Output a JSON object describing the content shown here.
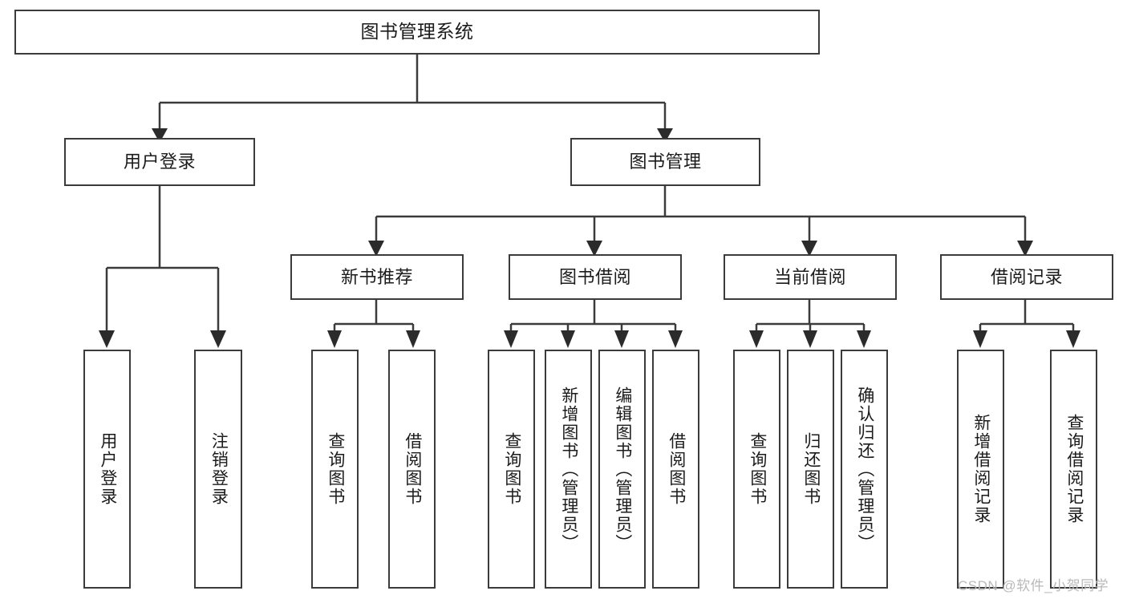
{
  "diagram": {
    "title": "图书管理系统",
    "type": "tree-hierarchy",
    "background_color": "#ffffff",
    "stroke_color": "#3b3b3b",
    "text_color": "#1b1b1b"
  },
  "nodes": {
    "root": {
      "label": "图书管理系统"
    },
    "level1": [
      {
        "id": "user-login",
        "label": "用户登录"
      },
      {
        "id": "book-manage",
        "label": "图书管理"
      }
    ],
    "level2": [
      {
        "id": "new-book-recommend",
        "label": "新书推荐"
      },
      {
        "id": "book-borrow",
        "label": "图书借阅"
      },
      {
        "id": "current-borrow",
        "label": "当前借阅"
      },
      {
        "id": "borrow-record",
        "label": "借阅记录"
      }
    ],
    "leaves": {
      "user-login": [
        {
          "id": "leaf-user-login",
          "label": "用户登录"
        },
        {
          "id": "leaf-logout-login",
          "label": "注销登录"
        }
      ],
      "new-book-recommend": [
        {
          "id": "leaf-query-book-1",
          "label": "查询图书"
        },
        {
          "id": "leaf-borrow-book-1",
          "label": "借阅图书"
        }
      ],
      "book-borrow": [
        {
          "id": "leaf-query-book-2",
          "label": "查询图书"
        },
        {
          "id": "leaf-add-book",
          "label": "新增图书（管理员）"
        },
        {
          "id": "leaf-edit-book",
          "label": "编辑图书（管理员）"
        },
        {
          "id": "leaf-borrow-book-2",
          "label": "借阅图书"
        }
      ],
      "current-borrow": [
        {
          "id": "leaf-query-book-3",
          "label": "查询图书"
        },
        {
          "id": "leaf-return-book",
          "label": "归还图书"
        },
        {
          "id": "leaf-confirm-return",
          "label": "确认归还（管理员）"
        }
      ],
      "borrow-record": [
        {
          "id": "leaf-add-record",
          "label": "新增借阅记录"
        },
        {
          "id": "leaf-query-record",
          "label": "查询借阅记录"
        }
      ]
    }
  },
  "watermark": {
    "text": "CSDN @软件_小贺同学"
  }
}
